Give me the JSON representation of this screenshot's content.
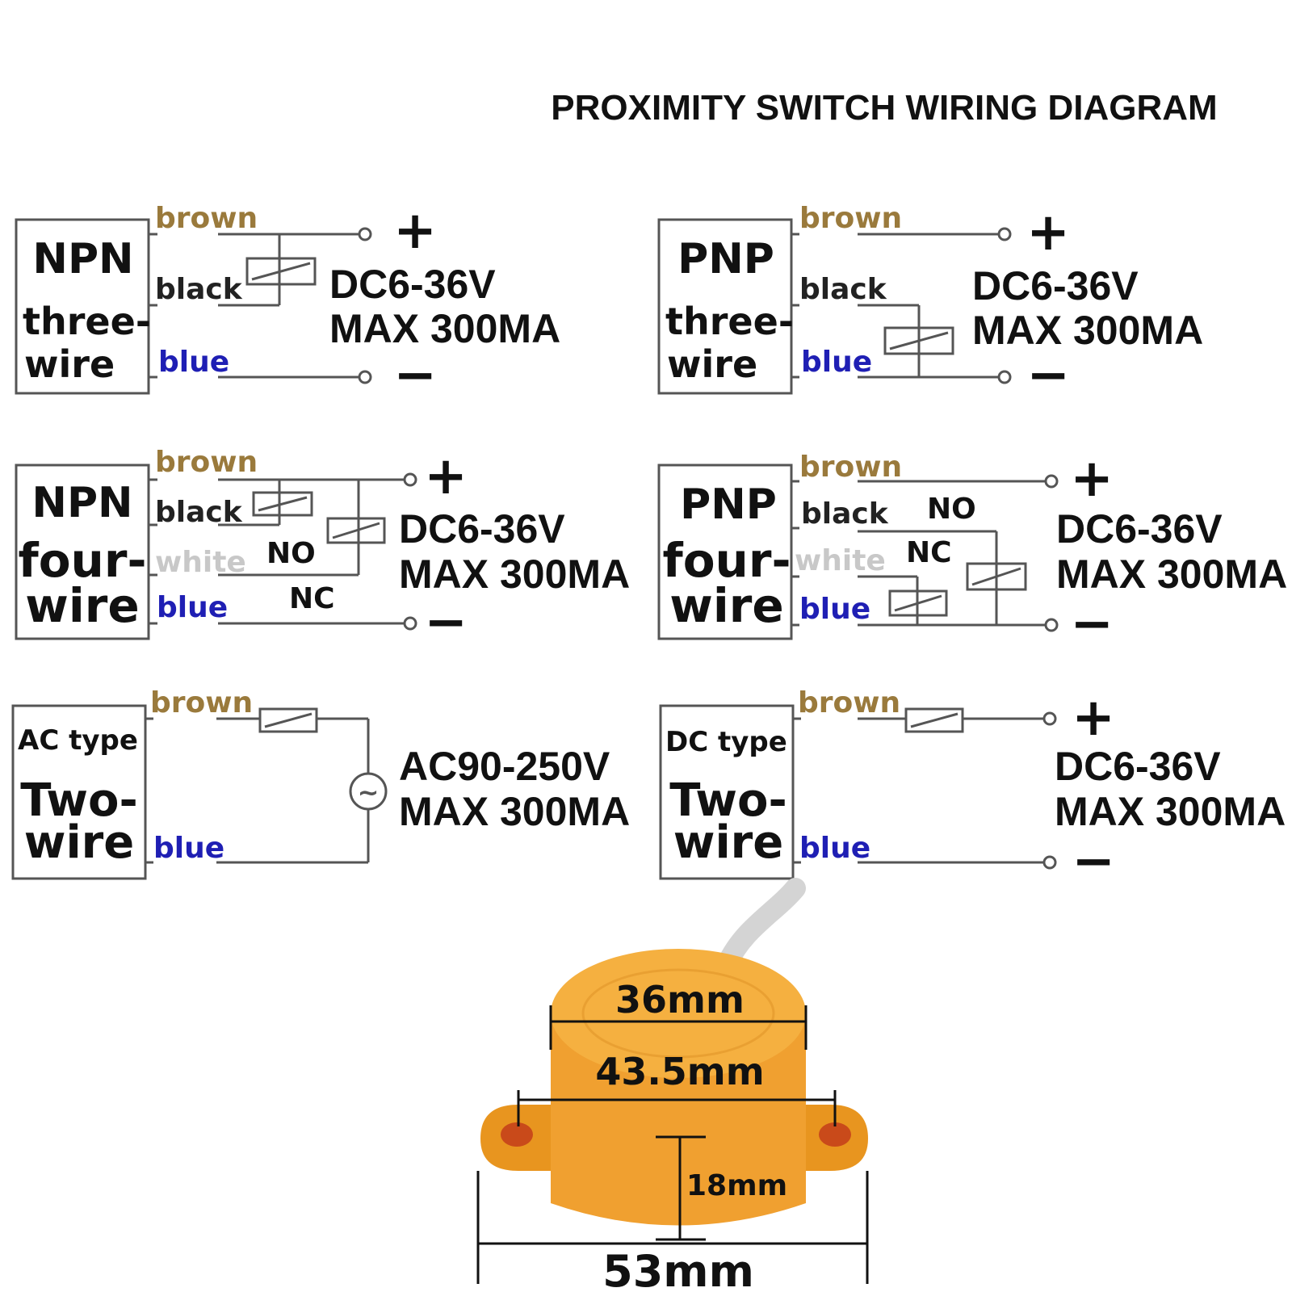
{
  "title": "PROXIMITY SWITCH WIRING DIAGRAM",
  "colors": {
    "line": "#555555",
    "brown": "#9a7a3c",
    "blue": "#1f1fb4",
    "white_wire": "#c8c8c8",
    "sensor_body": "#f2a93b",
    "sensor_shadow": "#e08c1a",
    "mount_hole": "#c94a1a",
    "cable": "#d4d4d4"
  },
  "wire_labels": {
    "brown": "brown",
    "black": "black",
    "white": "white",
    "blue": "blue"
  },
  "panels": {
    "npn3": {
      "line1": "NPN",
      "line2": "three-",
      "line3": "wire",
      "plus": "+",
      "minus": "−",
      "voltage": "DC6-36V",
      "current": "MAX 300MA"
    },
    "pnp3": {
      "line1": "PNP",
      "line2": "three-",
      "line3": "wire",
      "plus": "+",
      "minus": "−",
      "voltage": "DC6-36V",
      "current": "MAX 300MA"
    },
    "npn4": {
      "line1": "NPN",
      "line2": "four-",
      "line3": "wire",
      "no": "NO",
      "nc": "NC",
      "plus": "+",
      "minus": "−",
      "voltage": "DC6-36V",
      "current": "MAX 300MA"
    },
    "pnp4": {
      "line1": "PNP",
      "line2": "four-",
      "line3": "wire",
      "no": "NO",
      "nc": "NC",
      "plus": "+",
      "minus": "−",
      "voltage": "DC6-36V",
      "current": "MAX 300MA"
    },
    "ac2": {
      "line1": "AC type",
      "line2": "Two-",
      "line3": "wire",
      "ac_symbol": "~",
      "voltage": "AC90-250V",
      "current": "MAX 300MA"
    },
    "dc2": {
      "line1": "DC type",
      "line2": "Two-",
      "line3": "wire",
      "plus": "+",
      "minus": "−",
      "voltage": "DC6-36V",
      "current": "MAX 300MA"
    }
  },
  "dimensions": {
    "face_diameter": "36mm",
    "hole_spacing": "43.5mm",
    "height": "18mm",
    "overall_width": "53mm"
  }
}
